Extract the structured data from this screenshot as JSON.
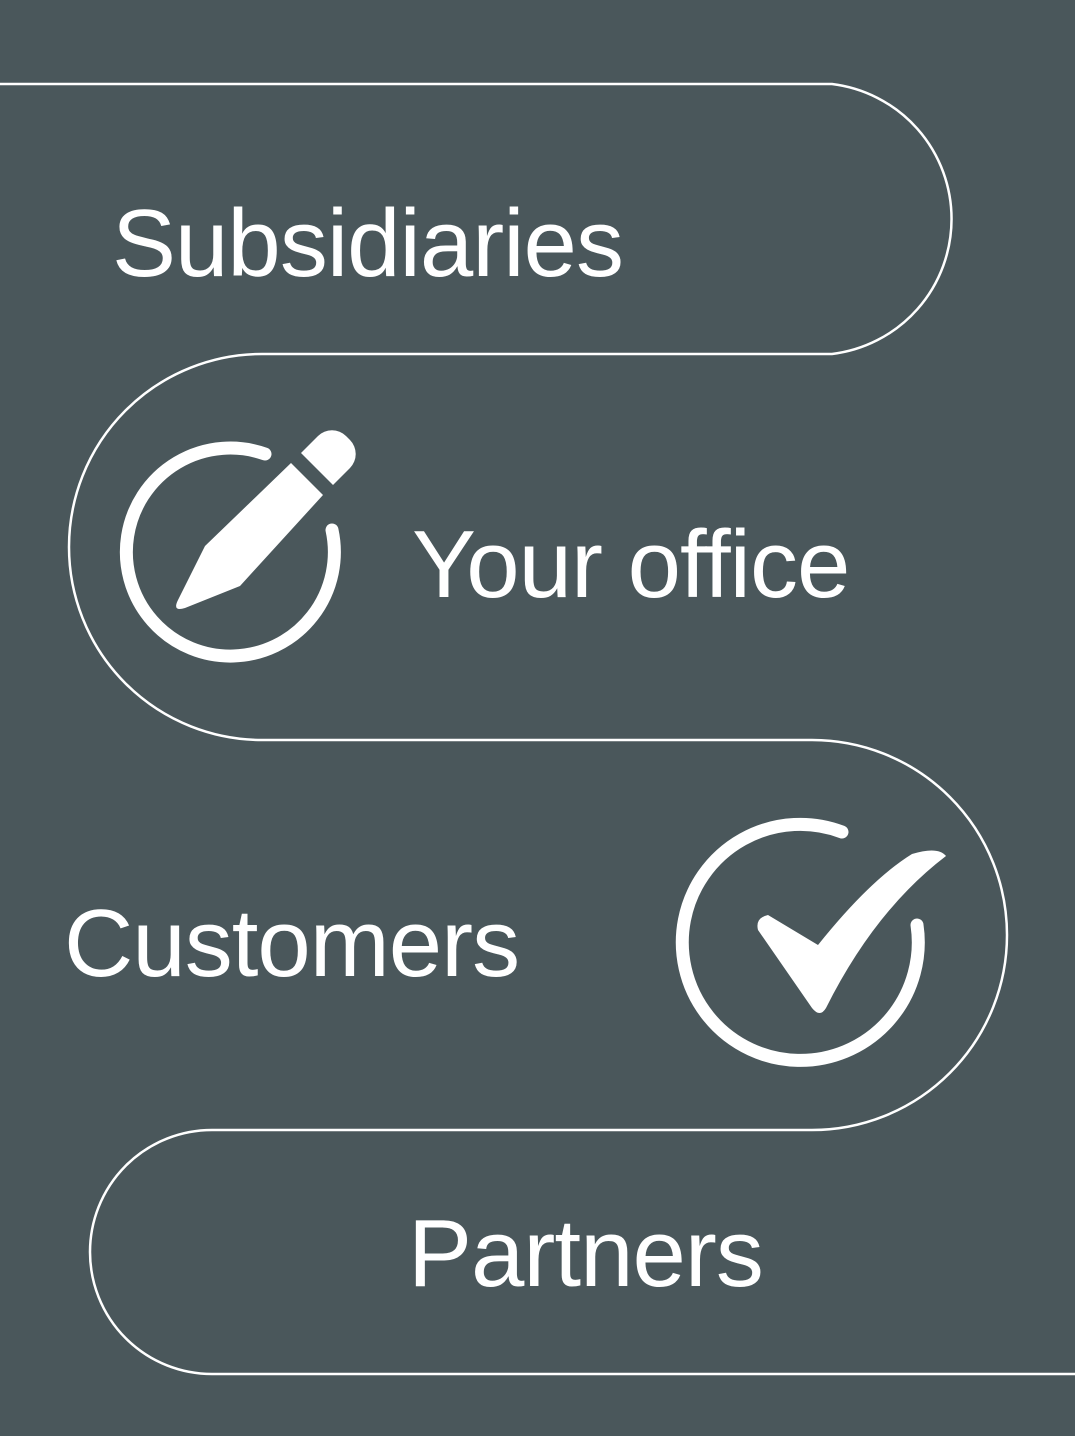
{
  "colors": {
    "background": "#4a575b",
    "foreground": "#ffffff"
  },
  "steps": [
    {
      "label": "Subsidiaries",
      "icon": "none"
    },
    {
      "label": "Your office",
      "icon": "pencil-in-circle-icon"
    },
    {
      "label": "Customers",
      "icon": "checkmark-in-circle-icon"
    },
    {
      "label": "Partners",
      "icon": "none"
    }
  ]
}
